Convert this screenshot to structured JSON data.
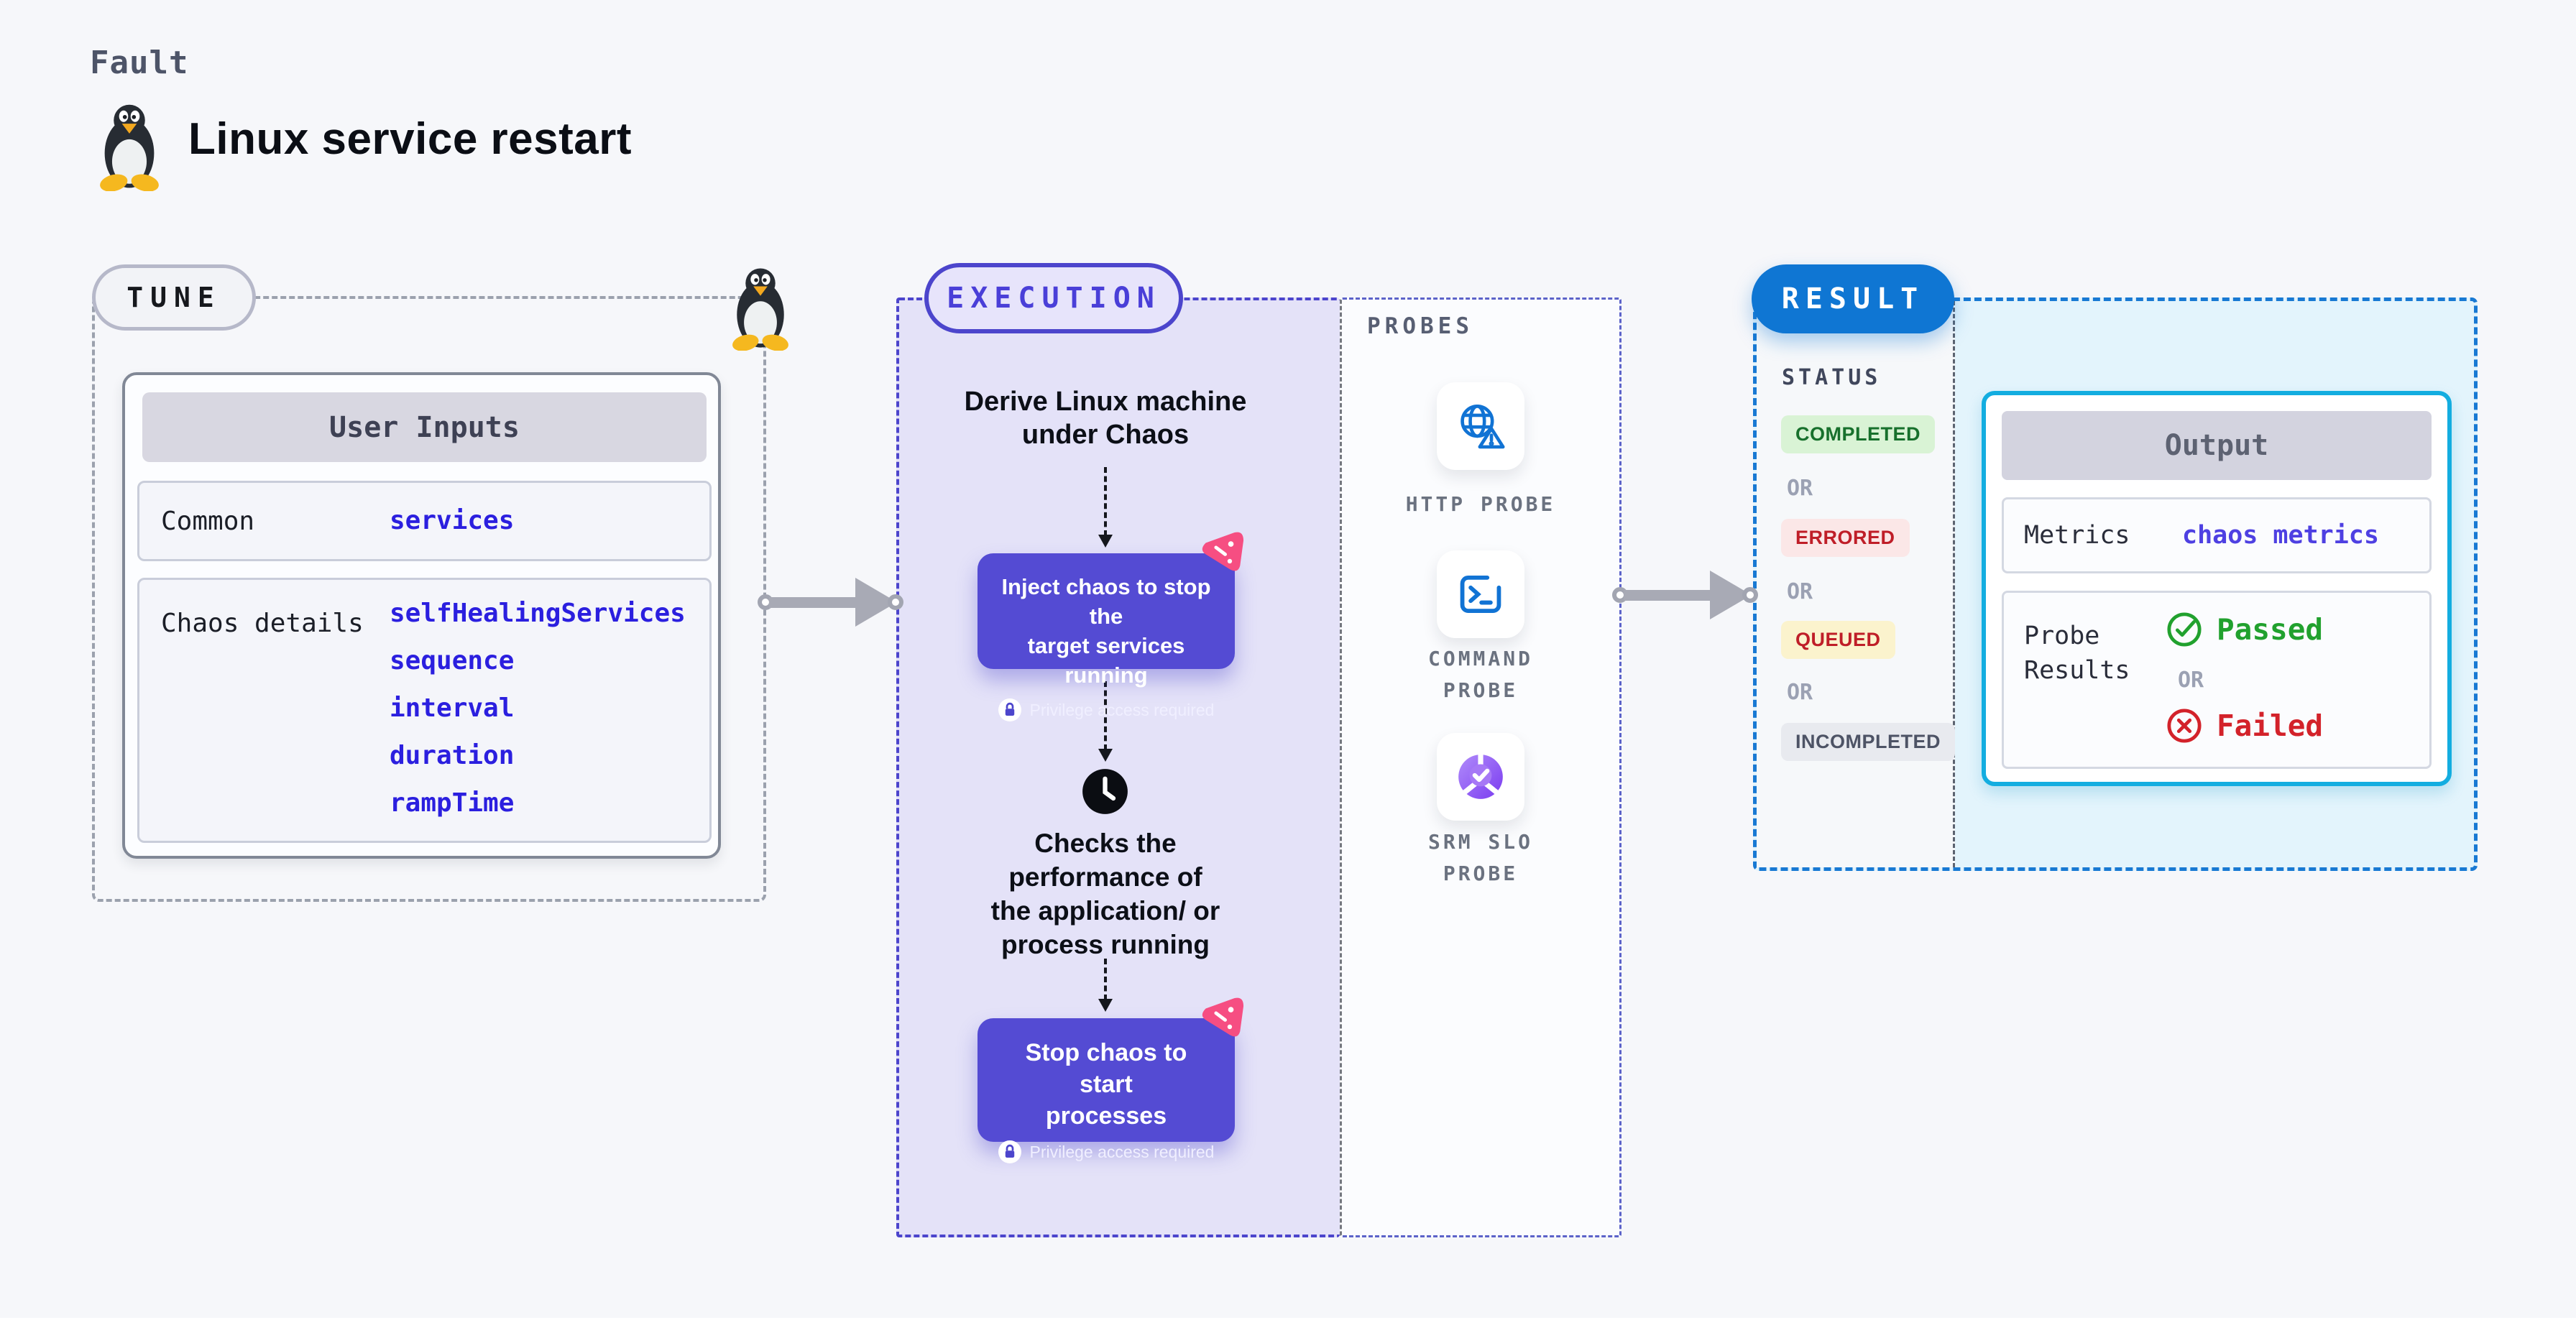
{
  "header": {
    "kicker": "Fault",
    "title": "Linux service restart",
    "icon": "tux-penguin-icon"
  },
  "tune": {
    "pill": "TUNE",
    "user_inputs": {
      "title": "User Inputs",
      "rows": [
        {
          "label": "Common",
          "values": [
            "services"
          ]
        },
        {
          "label": "Chaos details",
          "values": [
            "selfHealingServices",
            "sequence",
            "interval",
            "duration",
            "rampTime"
          ]
        }
      ]
    }
  },
  "execution": {
    "pill": "EXECUTION",
    "derive_lines": [
      "Derive Linux machine",
      "under Chaos"
    ],
    "inject": {
      "lines": [
        "Inject chaos to stop the",
        "target services running"
      ],
      "note": "Privilege access required"
    },
    "checks_lines": [
      "Checks the",
      "performance of",
      "the application/ or",
      "process running"
    ],
    "stop": {
      "lines": [
        "Stop chaos to start",
        "processes"
      ],
      "note": "Privilege access required"
    }
  },
  "probes": {
    "title": "PROBES",
    "items": [
      {
        "label": "HTTP PROBE",
        "icon": "globe-alert-icon"
      },
      {
        "label": "COMMAND PROBE",
        "icon": "terminal-icon"
      },
      {
        "label": "SRM SLO PROBE",
        "icon": "slo-donut-check-icon"
      }
    ]
  },
  "result": {
    "pill": "RESULT",
    "status": {
      "title": "STATUS",
      "items": [
        {
          "label": "COMPLETED",
          "kind": "success"
        },
        {
          "label": "OR",
          "kind": "or"
        },
        {
          "label": "ERRORED",
          "kind": "error"
        },
        {
          "label": "OR",
          "kind": "or"
        },
        {
          "label": "QUEUED",
          "kind": "warning"
        },
        {
          "label": "OR",
          "kind": "or"
        },
        {
          "label": "INCOMPLETED",
          "kind": "muted"
        }
      ]
    },
    "output": {
      "title": "Output",
      "metrics_label": "Metrics",
      "metrics_value": "chaos metrics",
      "probe_results_label": "Probe Results",
      "passed": "Passed",
      "or": "OR",
      "failed": "Failed"
    }
  },
  "colors": {
    "background": "#f6f7fa",
    "indigo_accent": "#4c45cc",
    "node_indigo": "#544bd3",
    "value_blue": "#2b1fdf",
    "result_blue": "#0f76d3",
    "cyan_border": "#13ade0",
    "probe_blue": "#1173d4",
    "success_green": "#21a12e",
    "error_red": "#d3222a",
    "chaos_pink": "#f64e82",
    "slo_purple": "#7a3bf0"
  }
}
